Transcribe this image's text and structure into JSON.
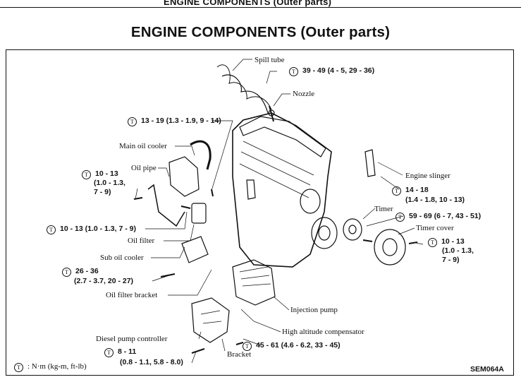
{
  "header": {
    "running_title": "ENGINE COMPONENTS (Outer parts)",
    "title": "ENGINE COMPONENTS (Outer parts)"
  },
  "torque_icon": "T",
  "parts": {
    "spill_tube": "Spill tube",
    "nozzle": "Nozzle",
    "main_oil_cooler": "Main oil cooler",
    "oil_pipe": "Oil pipe",
    "oil_filter": "Oil filter",
    "sub_oil_cooler": "Sub oil cooler",
    "oil_filter_bracket": "Oil filter bracket",
    "diesel_pump_controller": "Diesel pump controller",
    "bracket": "Bracket",
    "high_altitude_compensator": "High altitude compensator",
    "injection_pump": "Injection pump",
    "timer": "Timer",
    "timer_cover": "Timer cover",
    "engine_slinger": "Engine slinger"
  },
  "torques": {
    "t1": "39 - 49 (4 - 5, 29 - 36)",
    "t2": "13 - 19 (1.3 - 1.9, 9 - 14)",
    "t3_a": "10 - 13",
    "t3_b": "(1.0 - 1.3,",
    "t3_c": "7 - 9)",
    "t4": "10 - 13 (1.0 - 1.3, 7 - 9)",
    "t5_a": "26 - 36",
    "t5_b": "(2.7 - 3.7, 20 - 27)",
    "t6_a": "8 - 11",
    "t6_b": "(0.8 - 1.1, 5.8 - 8.0)",
    "t7": "45 - 61 (4.6 - 6.2, 33 - 45)",
    "t8_a": "14 - 18",
    "t8_b": "(1.4 - 1.8, 10 - 13)",
    "t9": "59 - 69 (6 - 7, 43 - 51)",
    "t10_a": "10 - 13",
    "t10_b": "(1.0 - 1.3,",
    "t10_c": "7 - 9)"
  },
  "legend": {
    "unit": ": N·m (kg-m, ft-lb)"
  },
  "figure_code": "SEM064A"
}
